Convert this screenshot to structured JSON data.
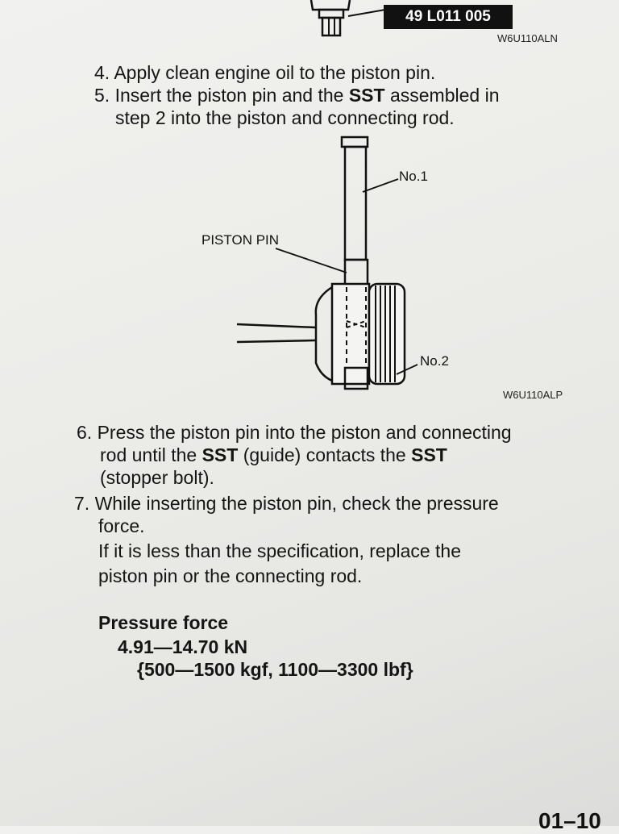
{
  "top_figure": {
    "tool_number": "49 L011 005",
    "figure_code": "W6U110ALN"
  },
  "steps_a": [
    {
      "num": "4.",
      "text": "Apply clean engine oil to the piston pin."
    },
    {
      "num": "5.",
      "text_before": "Insert the piston pin and the ",
      "bold": "SST",
      "text_after": " assembled in",
      "line2": "step 2 into the piston and connecting rod."
    }
  ],
  "figure": {
    "label_no1": "No.1",
    "label_piston_pin": "PISTON PIN",
    "label_no2": "No.2",
    "figure_code": "W6U110ALP"
  },
  "step6": {
    "num": "6.",
    "line1": "Press the piston pin into the piston and connecting",
    "line2_a": "rod until the ",
    "line2_b": "SST",
    "line2_c": " (guide) contacts the ",
    "line2_d": "SST",
    "line3": "(stopper bolt)."
  },
  "step7": {
    "num": "7.",
    "line1": "While inserting the piston pin, check the pressure",
    "line2": "force.",
    "line3": "If it is less than the specification, replace the",
    "line4": "piston pin or the connecting rod."
  },
  "spec": {
    "heading": "Pressure force",
    "value": "4.91—14.70 kN",
    "alt_value": "{500—1500 kgf, 1100—3300 lbf}"
  },
  "page_number": "01–10"
}
